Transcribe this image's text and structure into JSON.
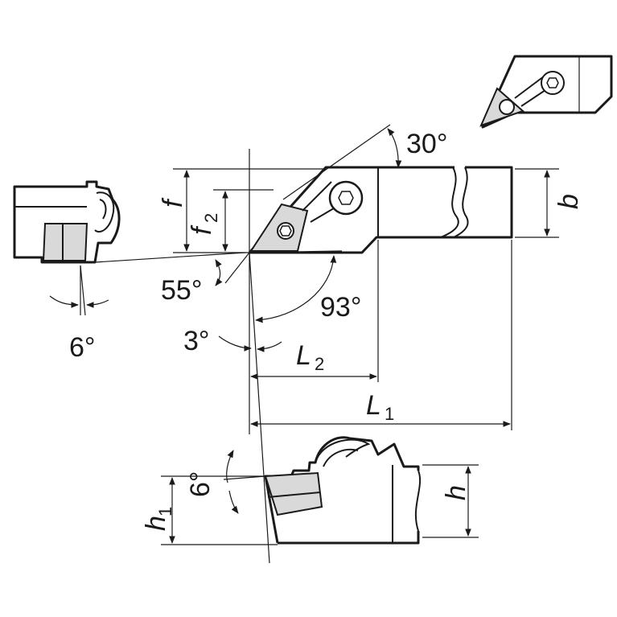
{
  "labels": {
    "angle_top": "30°",
    "f": "f",
    "f2_main": "f",
    "f2_sub": "2",
    "b": "b",
    "angle_insert": "55°",
    "angle_lead": "93°",
    "angle_clearance_side": "6°",
    "angle_3": "3°",
    "L2_main": "L",
    "L2_sub": "2",
    "L1_main": "L",
    "L1_sub": "1",
    "angle_clearance_front": "6°",
    "h1_main": "h",
    "h1_sub": "1",
    "h": "h"
  },
  "colors": {
    "line": "#1a1a1a",
    "insert_fill": "#d9d9d9",
    "dark_fill": "#555555"
  },
  "icons": [
    "screw-icon",
    "insert-icon",
    "clamp-icon"
  ]
}
